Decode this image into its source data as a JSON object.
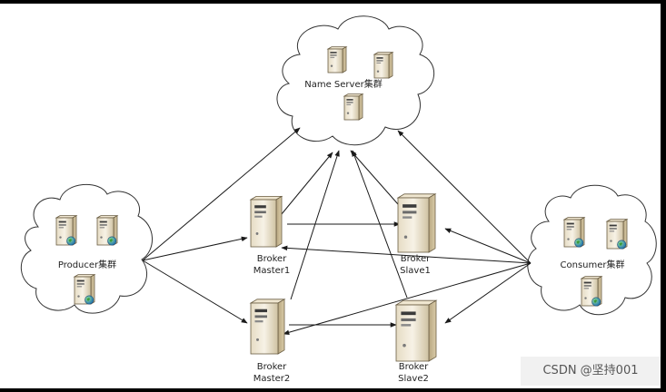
{
  "clusters": {
    "nameserver": {
      "label": "Name Server集群"
    },
    "producer": {
      "label": "Producer集群"
    },
    "consumer": {
      "label": "Consumer集群"
    }
  },
  "brokers": {
    "master1": {
      "line1": "Broker",
      "line2": "Master1"
    },
    "slave1": {
      "line1": "Broker",
      "line2": "Slave1"
    },
    "master2": {
      "line1": "Broker",
      "line2": "Master2"
    },
    "slave2": {
      "line1": "Broker",
      "line2": "Slave2"
    }
  },
  "watermark": "CSDN @坚持001",
  "colors": {
    "line": "#1a1a1a",
    "server_light": "#f2ead8",
    "server_dark": "#c9b995",
    "globe": "#2a8a3e"
  }
}
